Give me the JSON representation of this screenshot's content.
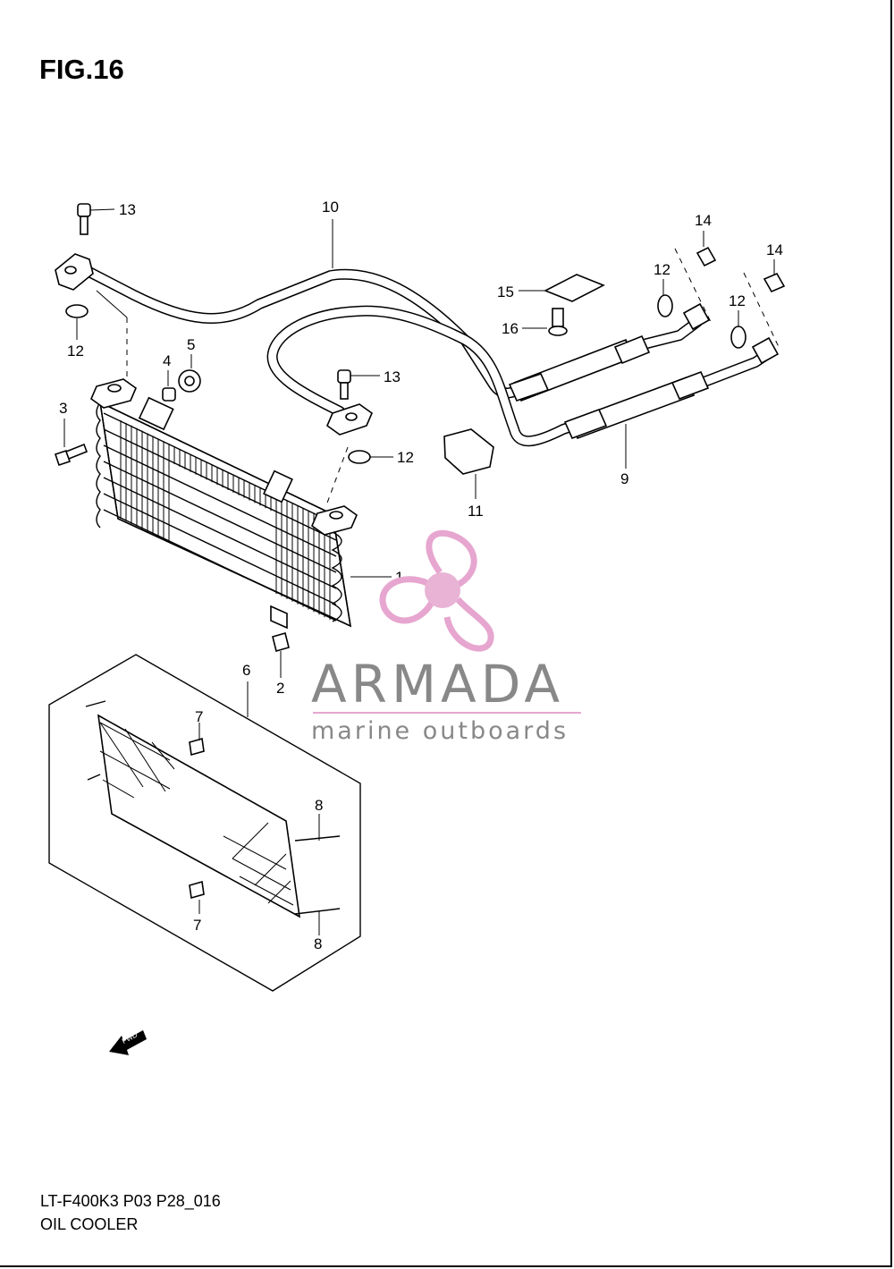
{
  "figure": {
    "title": "FIG.16"
  },
  "footer": {
    "code": "LT-F400K3 P03 P28_016",
    "name": "OIL COOLER"
  },
  "callouts": [
    {
      "id": "1",
      "text": "1"
    },
    {
      "id": "2",
      "text": "2"
    },
    {
      "id": "3",
      "text": "3"
    },
    {
      "id": "4",
      "text": "4"
    },
    {
      "id": "5",
      "text": "5"
    },
    {
      "id": "6",
      "text": "6"
    },
    {
      "id": "7a",
      "text": "7"
    },
    {
      "id": "7b",
      "text": "7"
    },
    {
      "id": "8a",
      "text": "8"
    },
    {
      "id": "8b",
      "text": "8"
    },
    {
      "id": "9",
      "text": "9"
    },
    {
      "id": "10",
      "text": "10"
    },
    {
      "id": "11",
      "text": "11"
    },
    {
      "id": "12a",
      "text": "12"
    },
    {
      "id": "12b",
      "text": "12"
    },
    {
      "id": "12c",
      "text": "12"
    },
    {
      "id": "12d",
      "text": "12"
    },
    {
      "id": "13a",
      "text": "13"
    },
    {
      "id": "13b",
      "text": "13"
    },
    {
      "id": "14a",
      "text": "14"
    },
    {
      "id": "14b",
      "text": "14"
    },
    {
      "id": "15",
      "text": "15"
    },
    {
      "id": "16",
      "text": "16"
    }
  ],
  "direction_marker": {
    "text": "FWD"
  },
  "watermark": {
    "brand": "ARMADA",
    "tagline": "marine outboards",
    "brand_color": "#8a8a8a",
    "logo_color": "#e6a6cf",
    "logo_core_color": "#e8b3d5"
  }
}
